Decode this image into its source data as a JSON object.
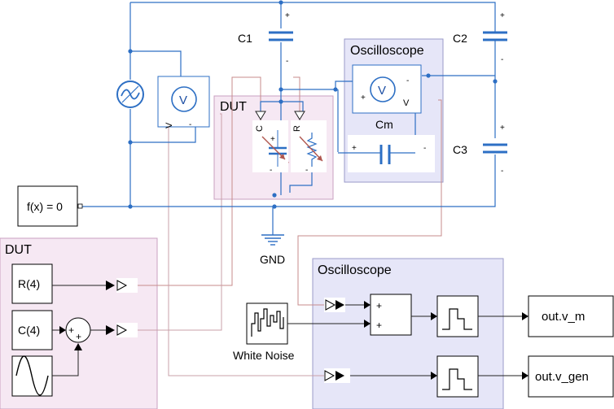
{
  "colors": {
    "physical_wire": "#2d6fc4",
    "signal_wire": "#c78b8b",
    "dut_region": "#f6e8f3",
    "oscilloscope_region": "#e6e6f8"
  },
  "labels": {
    "c1": "C1",
    "c2": "C2",
    "c3": "C3",
    "cm": "Cm",
    "gnd": "GND",
    "fx": "f(x) = 0",
    "dut_top": "DUT",
    "osc_top": "Oscilloscope",
    "dut_bottom": "DUT",
    "osc_bottom": "Oscilloscope",
    "r4": "R(4)",
    "c4": "C(4)",
    "white_noise": "White Noise",
    "out_vm": "out.v_m",
    "out_vgen": "out.v_gen",
    "voltmeter_sym": "V",
    "voltmeter_port": "V",
    "probe_c": "C",
    "probe_r": "R",
    "plus": "+",
    "minus": "-"
  },
  "icons": {
    "ac_source": "ac-voltage-source-icon",
    "voltmeter": "voltage-sensor-icon",
    "capacitor": "capacitor-icon",
    "variable_capacitor": "variable-capacitor-icon",
    "variable_resistor": "variable-resistor-icon",
    "ground": "ground-icon",
    "sine": "sine-wave-icon",
    "noise": "white-noise-icon",
    "zoh": "zero-order-hold-icon",
    "sum": "sum-icon",
    "goto": "goto-tag-icon"
  }
}
